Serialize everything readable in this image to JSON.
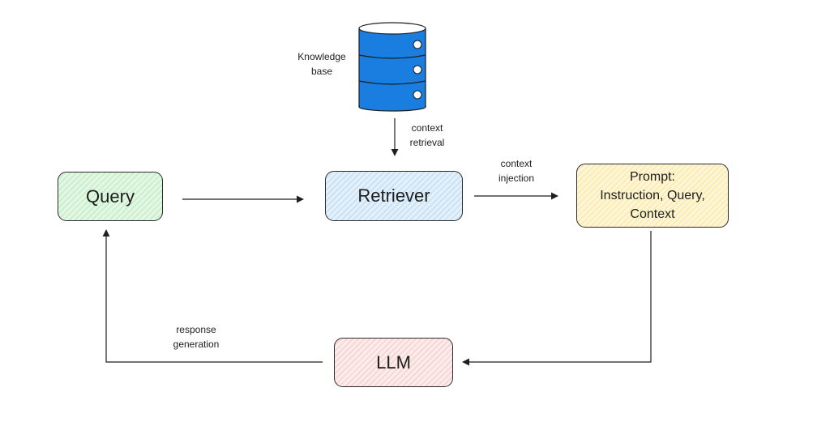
{
  "nodes": {
    "query": {
      "label": "Query"
    },
    "retriever": {
      "label": "Retriever"
    },
    "prompt": {
      "lines": [
        "Prompt:",
        "Instruction, Query,",
        "Context"
      ]
    },
    "llm": {
      "label": "LLM"
    }
  },
  "labels": {
    "knowledge_base": [
      "Knowledge",
      "base"
    ],
    "context_retrieval": [
      "context",
      "retrieval"
    ],
    "context_injection": [
      "context",
      "injection"
    ],
    "response_generation": [
      "response",
      "generation"
    ]
  },
  "colors": {
    "database_fill": "#1a7ee0",
    "database_top": "#ffffff",
    "query_fill": "#e3f7e4",
    "retriever_fill": "#e4f1fb",
    "prompt_fill": "#fef6d8",
    "llm_fill": "#fcecec",
    "stroke": "#1e1e1e"
  },
  "icons": {
    "database": "database-icon"
  }
}
